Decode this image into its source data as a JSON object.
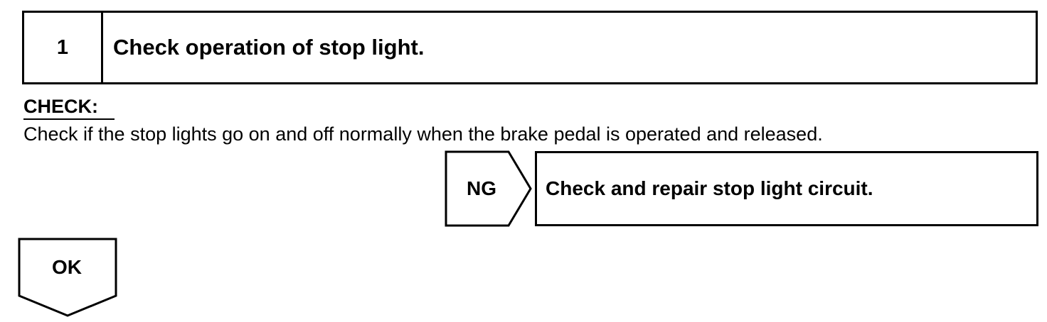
{
  "step": {
    "number": "1",
    "title": "Check operation of stop light."
  },
  "check": {
    "label": "CHECK:",
    "text": "Check if the stop lights go on and off normally when the brake pedal is operated and released."
  },
  "ng_branch": {
    "label": "NG",
    "action": "Check and repair stop light circuit."
  },
  "ok_branch": {
    "label": "OK"
  }
}
